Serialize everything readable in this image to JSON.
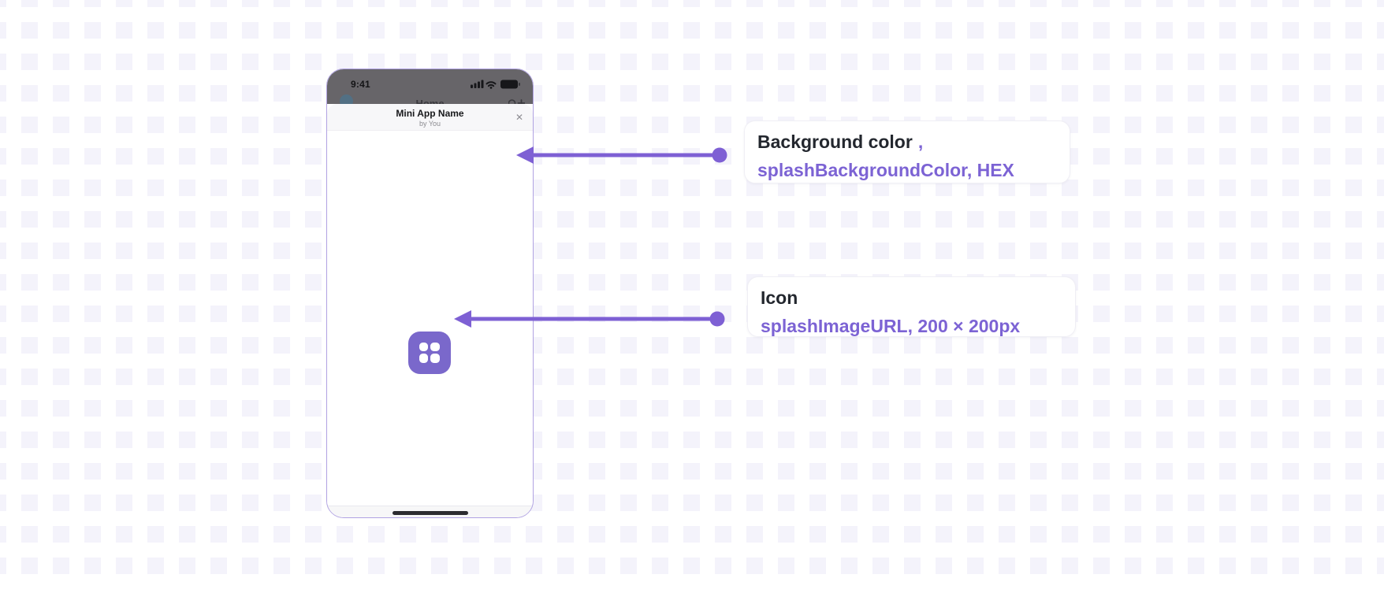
{
  "page": {
    "bg_color": "#ffffff",
    "pattern_square_color": "#f4f3fb"
  },
  "phone": {
    "status_bar": {
      "time": "9:41"
    },
    "home_screen": {
      "title": "Home"
    },
    "sheet": {
      "app_name": "Mini App Name",
      "byline": "by You",
      "close_glyph": "✕"
    },
    "splash": {
      "icon_color": "#7a68cb"
    }
  },
  "callouts": [
    {
      "title": "Background color",
      "title_suffix": ",",
      "subtitle": "splashBackgroundColor, HEX"
    },
    {
      "title": "Icon",
      "title_suffix": "",
      "subtitle": "splashImageURL, 200 × 200px"
    }
  ],
  "colors": {
    "accent_purple": "#7c63d4",
    "arrow_purple": "#7e60d4",
    "phone_border": "#b0a2e2",
    "dimmed_overlay": "#676569",
    "home_indicator": "#2c2c30"
  }
}
